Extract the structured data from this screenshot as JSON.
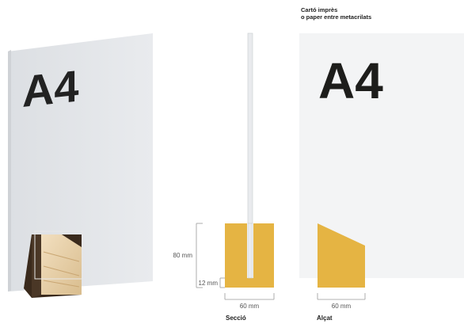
{
  "product": {
    "format_label": "A4",
    "sheet_label": "Cartó imprès",
    "sheet_label_line2": "o paper entre metacrilats"
  },
  "dimensions": {
    "height_label": "80 mm",
    "slot_depth_label": "12 mm",
    "section_width_label": "60 mm",
    "elevation_width_label": "60 mm"
  },
  "views": {
    "section_caption": "Secció",
    "elevation_caption": "Alçat"
  },
  "colors": {
    "wood": "#e5b443",
    "sheet": "#e3e5e8",
    "sheet_light": "#f3f4f5",
    "dim_line": "#9a9a9a",
    "text": "#222222"
  },
  "icons": {
    "perspective_base": "wooden-stand-icon"
  }
}
